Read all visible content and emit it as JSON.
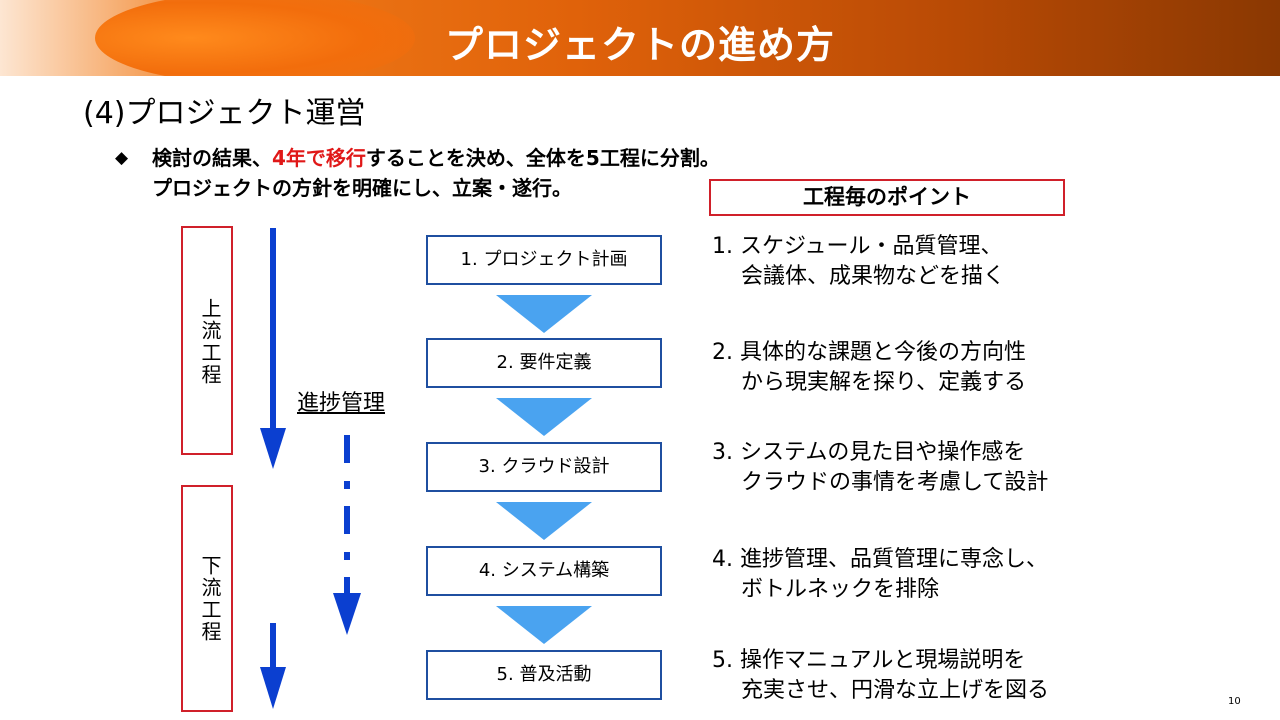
{
  "header": {
    "title": "プロジェクトの進め方"
  },
  "subtitle": "(4)プロジェクト運営",
  "bullet": {
    "marker": "◆",
    "line1_a": "検討の結果、",
    "line1_highlight": "4年で移行",
    "line1_b": "することを決め、全体を5工程に分割。",
    "line2": "プロジェクトの方針を明確にし、立案・遂行。"
  },
  "points_header": "工程毎のポイント",
  "phases": {
    "upstream": "上流工程",
    "downstream": "下流工程"
  },
  "progress_label": "進捗管理",
  "steps": [
    {
      "label": "1. プロジェクト計画",
      "desc1": "1. スケジュール・品質管理、",
      "desc2": "会議体、成果物などを描く"
    },
    {
      "label": "2. 要件定義",
      "desc1": "2. 具体的な課題と今後の方向性",
      "desc2": "から現実解を探り、定義する"
    },
    {
      "label": "3. クラウド設計",
      "desc1": "3. システムの見た目や操作感を",
      "desc2": "クラウドの事情を考慮して設計"
    },
    {
      "label": "4. システム構築",
      "desc1": "4. 進捗管理、品質管理に専念し、",
      "desc2": "ボトルネックを排除"
    },
    {
      "label": "5. 普及活動",
      "desc1": "5. 操作マニュアルと現場説明を",
      "desc2": "充実させ、円滑な立上げを図る"
    }
  ],
  "page_number": "10",
  "colors": {
    "accent_orange": "#e0620a",
    "box_red": "#d0202a",
    "step_blue": "#1f4fa0",
    "arrow_blue": "#0b3fd0",
    "chevron_blue": "#4aa3f0",
    "highlight_red": "#e01818"
  }
}
